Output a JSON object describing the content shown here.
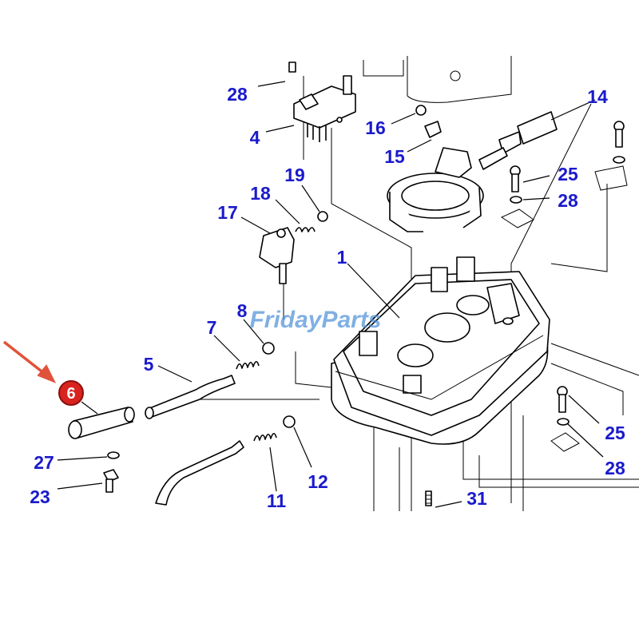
{
  "diagram": {
    "watermark": "FridayParts",
    "highlighted_part": "6",
    "colors": {
      "part_number": "#1a1acc",
      "badge": "#d9231f",
      "arrow": "#e0533a",
      "watermark": "#4a8fd6",
      "watermark_accent": "#f0a51c",
      "line": "#000000"
    },
    "labels": {
      "p1": "1",
      "p4": "4",
      "p5": "5",
      "p6": "6",
      "p7": "7",
      "p8": "8",
      "p11": "11",
      "p12": "12",
      "p14": "14",
      "p15": "15",
      "p16": "16",
      "p17": "17",
      "p18": "18",
      "p19": "19",
      "p23": "23",
      "p25a": "25",
      "p25b": "25",
      "p27": "27",
      "p28a": "28",
      "p28b": "28",
      "p28c": "28",
      "p31": "31"
    }
  }
}
